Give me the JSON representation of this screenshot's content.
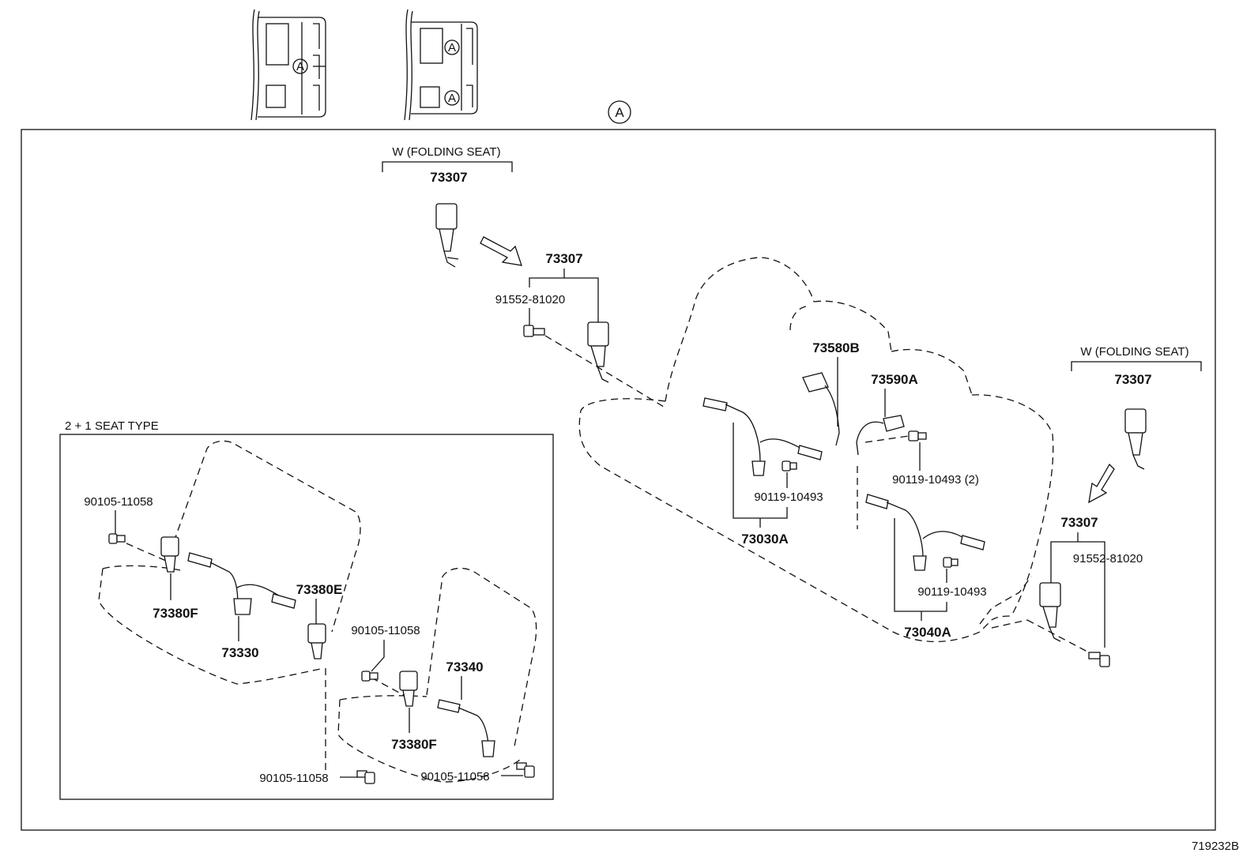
{
  "diagram_id": "719232B",
  "view_marker": "A",
  "callouts": [
    {
      "id": "c1",
      "text": "W (FOLDING SEAT)"
    },
    {
      "id": "c2",
      "text": "73307"
    },
    {
      "id": "c3",
      "text": "73307"
    },
    {
      "id": "c4",
      "text": "91552-81020"
    },
    {
      "id": "c5",
      "text": "73580B"
    },
    {
      "id": "c6",
      "text": "73590A"
    },
    {
      "id": "c7",
      "text": "W (FOLDING SEAT)"
    },
    {
      "id": "c8",
      "text": "73307"
    },
    {
      "id": "c9",
      "text": "90119-10493"
    },
    {
      "id": "c10",
      "text": "90119-10493 (2)"
    },
    {
      "id": "c11",
      "text": "73030A"
    },
    {
      "id": "c12",
      "text": "73307"
    },
    {
      "id": "c13",
      "text": "91552-81020"
    },
    {
      "id": "c14",
      "text": "90119-10493"
    },
    {
      "id": "c15",
      "text": "73040A"
    }
  ],
  "inset": {
    "title": "2 + 1 SEAT TYPE",
    "callouts": [
      {
        "id": "i1",
        "text": "90105-11058"
      },
      {
        "id": "i2",
        "text": "73380F"
      },
      {
        "id": "i3",
        "text": "73330"
      },
      {
        "id": "i4",
        "text": "73380E"
      },
      {
        "id": "i5",
        "text": "90105-11058"
      },
      {
        "id": "i6",
        "text": "73340"
      },
      {
        "id": "i7",
        "text": "73380F"
      },
      {
        "id": "i8",
        "text": "90105-11058"
      },
      {
        "id": "i9",
        "text": "90105-11058"
      }
    ]
  }
}
